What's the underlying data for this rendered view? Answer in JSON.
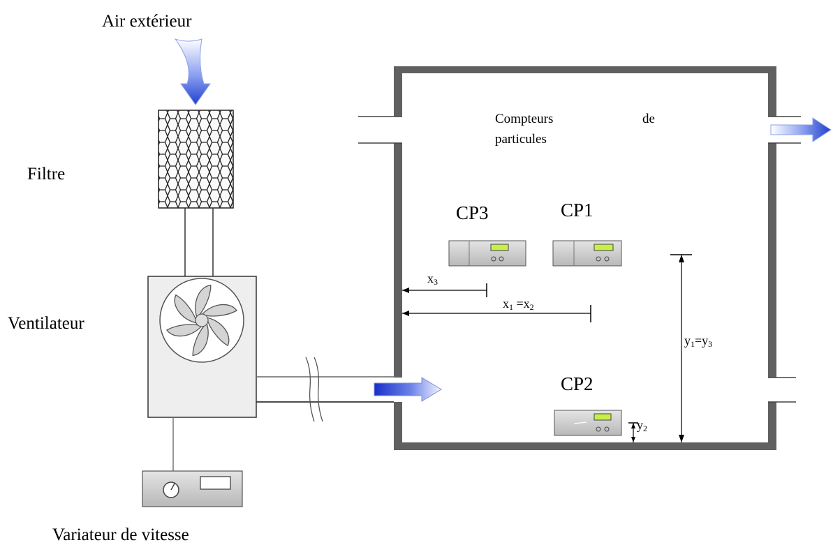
{
  "labels": {
    "air": "Air extérieur",
    "filter": "Filtre",
    "fan": "Ventilateur",
    "speed": "Variateur de vitesse",
    "counters_line1": "Compteurs",
    "counters_de": "de",
    "counters_line2": "particules"
  },
  "counters": {
    "cp1": "CP1",
    "cp2": "CP2",
    "cp3": "CP3"
  },
  "dimensions": {
    "x3": {
      "base": "x",
      "sub": "3"
    },
    "x1x2": {
      "b1": "x",
      "s1": "1",
      "eq": " =",
      "b2": "x",
      "s2": "2"
    },
    "y1y3": {
      "b1": "y",
      "s1": "1",
      "eq": "=",
      "b2": "y",
      "s2": "3"
    },
    "y2": {
      "base": "y",
      "sub": "2"
    }
  },
  "colors": {
    "wall": "#606060",
    "arrow_blue": "#2040d0",
    "device_gray": "#cfcfcf",
    "display_green": "#c8f048"
  },
  "icons": [
    "down-arrow-icon",
    "right-arrow-icon",
    "fan-icon",
    "filter-mesh-icon",
    "knob-icon"
  ]
}
